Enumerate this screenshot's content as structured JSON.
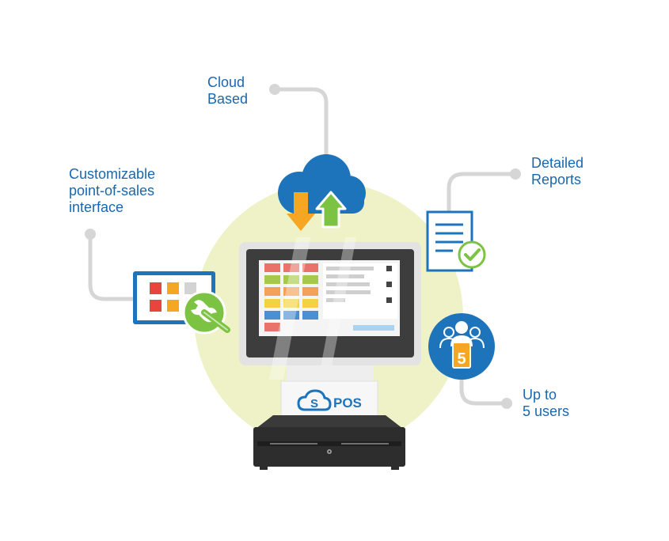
{
  "labels": {
    "cloud": "Cloud\nBased",
    "custom": "Customizable\npoint-of-sales\ninterface",
    "reports": "Detailed\nReports",
    "users": "Up to\n5 users"
  },
  "pos_brand": {
    "letter": "S",
    "text": "POS"
  },
  "users_badge": {
    "count": "5"
  },
  "colors": {
    "label_text": "#1a67ad",
    "connector": "#d6d6d6",
    "halo": "#eef2c6",
    "cloud": "#1e74bb",
    "down_arrow": "#f5a623",
    "up_arrow": "#7cc243",
    "accent_green": "#7cc243",
    "users_circle": "#1e74bb",
    "badge_yellow": "#f5a623"
  }
}
